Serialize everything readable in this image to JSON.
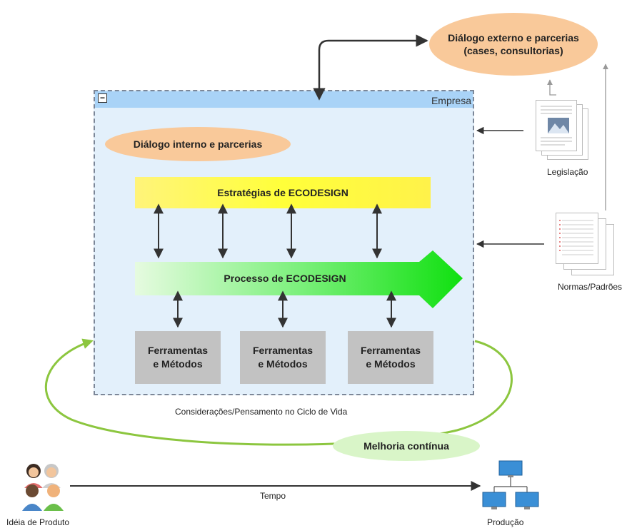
{
  "external_dialog": "Diálogo externo e parcerias\n(cases, consultorias)",
  "company": {
    "title": "Empresa",
    "collapse_symbol": "−",
    "internal_dialog": "Diálogo interno e parcerias",
    "strategies": "Estratégias de ECODESIGN",
    "process": "Processo de ECODESIGN",
    "tools": [
      "Ferramentas\ne Métodos",
      "Ferramentas\ne Métodos",
      "Ferramentas\ne Métodos"
    ]
  },
  "legislation_label": "Legislação",
  "norms_label": "Normas/Padrões",
  "lifecycle_label": "Considerações/Pensamento no Ciclo de Vida",
  "continuous_improvement": "Melhoria contínua",
  "product_idea_label": "Idéia de Produto",
  "time_label": "Tempo",
  "production_label": "Produção",
  "icons": {
    "people": "people-group-icon",
    "production": "network-computers-icon",
    "legislation": "document-stack-icon",
    "norms": "document-stack-icon"
  },
  "colors": {
    "ellipse_orange": "#f9c99a",
    "ellipse_green": "#d9f5c8",
    "empresa_bg": "#e3f0fb",
    "empresa_header": "#a9d3f7",
    "strategy_yellow": "#ffff3a",
    "process_green": "#19e619",
    "tools_gray": "#c2c2c2",
    "cycle_green": "#8cc63f"
  }
}
